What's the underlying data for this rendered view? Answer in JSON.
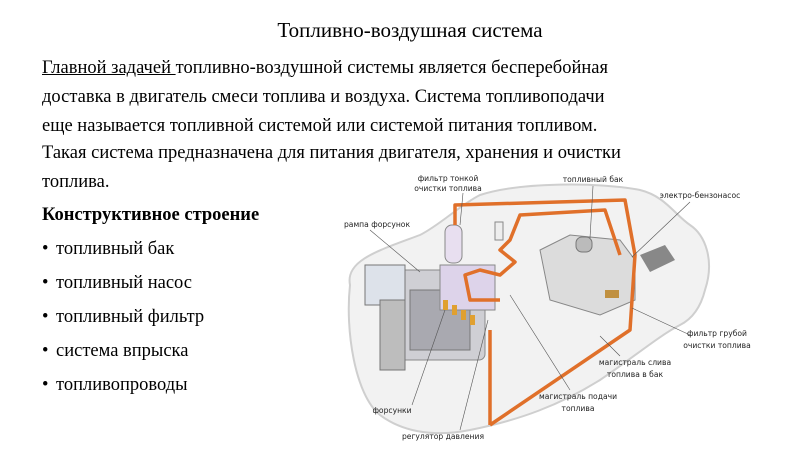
{
  "title": "Топливно-воздушная система",
  "intro": {
    "lead": "Главной задачей ",
    "lines": [
      "топливно-воздушной системы является бесперебойная",
      "доставка в двигатель смеси топлива и воздуха. Система топливоподачи",
      "еще называется топливной системой или системой питания топливом.",
      "Такая система предназначена для питания двигателя, хранения и очистки",
      "топлива."
    ]
  },
  "structure": {
    "heading": "Конструктивное строение",
    "bullet_char": "•",
    "items": [
      "топливный бак",
      "топливный насос",
      "топливный фильтр",
      "система впрыска",
      "топливопроводы"
    ]
  },
  "diagram": {
    "labels": {
      "fine_filter_1": "фильтр тонкой",
      "fine_filter_2": "очистки топлива",
      "fuel_tank": "топливный бак",
      "pump": "электро-бензонасос",
      "rail": "рампа форсунок",
      "coarse_filter_1": "фильтр грубой",
      "coarse_filter_2": "очистки топлива",
      "return_1": "магистраль слива",
      "return_2": "топлива в бак",
      "supply_1": "магистраль подачи",
      "supply_2": "топлива",
      "injectors": "форсунки",
      "regulator": "регулятор давления"
    },
    "colors": {
      "pipe": "#e0702a",
      "body": "#f2f2f2"
    }
  }
}
